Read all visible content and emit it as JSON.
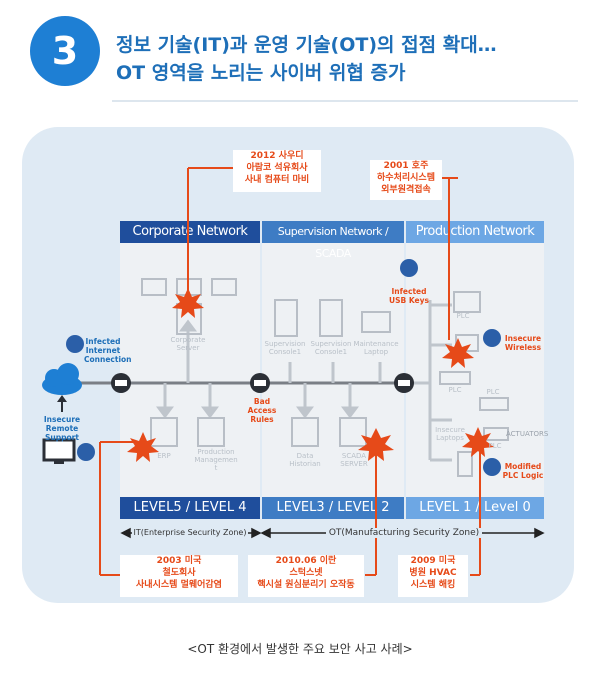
{
  "header": {
    "number": "3",
    "title_line1": "정보 기술(IT)과 운영 기술(OT)의 접점 확대…",
    "title_line2": "OT 영역을 노리는 사이버 위협 증가"
  },
  "networks": {
    "corporate": "Corporate Network",
    "supervision": "Supervision Network / SCADA",
    "production": "Production Network"
  },
  "levels": {
    "corporate": "LEVEL5 / LEVEL 4",
    "supervision": "LEVEL3 / LEVEL 2",
    "production": "LEVEL 1 / Level 0"
  },
  "zones": {
    "it": "IT(Enterprise Security Zone)",
    "ot": "OT(Manufacturing Security Zone)"
  },
  "devices": {
    "corporate_server": "Corporate\nServer",
    "erp": "ERP",
    "production_management": "Production\nManagemen\nt",
    "supervision_console1": "Supervision\nConsole1",
    "supervision_console2": "Supervision\nConsole1",
    "maintenance_laptop": "Maintenance\nLaptop",
    "data_historian": "Data\nHistorian",
    "scada_server": "SCADA\nSERVER",
    "plc1": "PLC",
    "plc2": "PLC",
    "plc3": "PLC",
    "plc4": "PLC",
    "actuators": "ACTUATORS",
    "insecure_laptops": "Insecure\nLaptops"
  },
  "threats": {
    "infected_internet": "Infected\nInternet\nConnection",
    "insecure_remote": "Insecure\nRemote Support",
    "bad_access": "Bad Access\nRules",
    "infected_usb": "Infected\nUSB Keys",
    "insecure_wireless": "Insecure\nWireless",
    "modified_plc": "Modified\nPLC Logic"
  },
  "incidents": {
    "saudi": [
      "2012 사우디",
      "아람코 석유회사",
      "사내 컴퓨터 마비"
    ],
    "australia": [
      "2001 호주",
      "하수처리시스템",
      "외부원격접속"
    ],
    "us_railway": [
      "2003 미국",
      "철도회사",
      "사내시스템 멀웨어감염"
    ],
    "iran": [
      "2010.06 이란",
      "스턱스넷",
      "핵시설 원심분리기 오작동"
    ],
    "us_hospital": [
      "2009 미국",
      "병원 HVAC",
      "시스템 해킹"
    ]
  },
  "caption": "<OT 환경에서 발생한 주요 보안 사고 사례>",
  "colors": {
    "accent_blue": "#1e7fd4",
    "header_dark": "#1f4e9c",
    "header_mid": "#3e7cc4",
    "header_light": "#6da7e4",
    "threat_red": "#e64a19"
  }
}
